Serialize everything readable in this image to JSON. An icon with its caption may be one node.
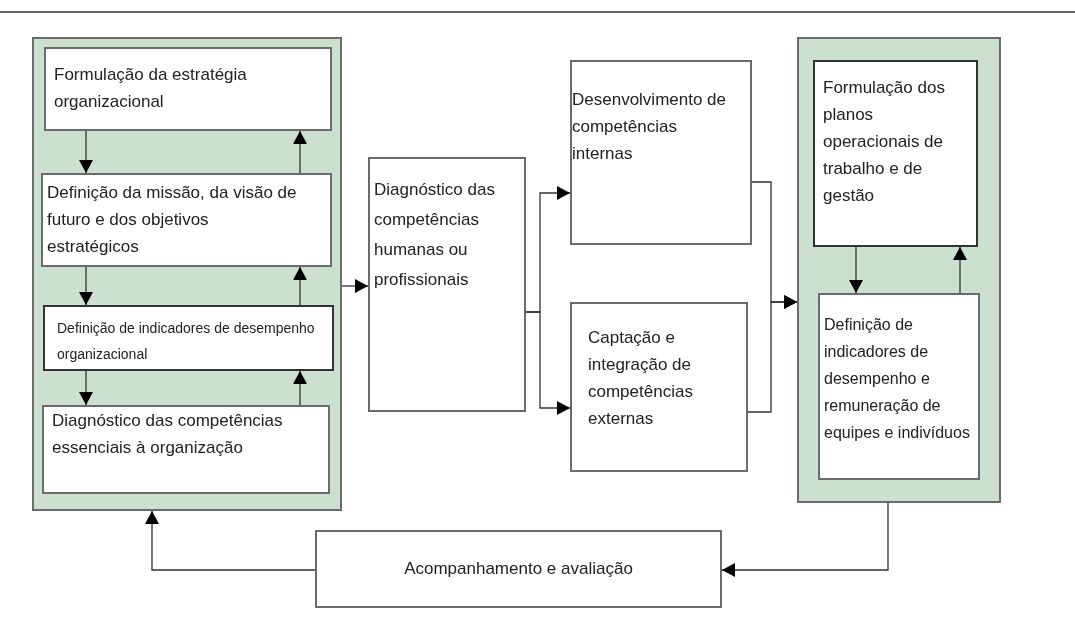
{
  "diagram": {
    "nodes": [
      {
        "text": [],
        "shape": "box"
      },
      {
        "text": [
          "Formulação da estratégia organizacional"
        ],
        "in": 0
      },
      {
        "text": [
          "Definição da missão, da visão de futuro e dos objetivos estratégicos"
        ],
        "in": 0
      },
      {
        "text": [
          "Definição de indicadores de desempenho organizacional"
        ],
        "in": 0
      },
      {
        "text": [
          "Diagnóstico das competências essenciais à organização"
        ],
        "in": 0
      },
      {
        "text": [
          "Diagnóstico das competências humanas ou profissionais"
        ]
      },
      {
        "text": [
          "Desenvolvimento de competências internas"
        ]
      },
      {
        "text": [
          "Captação e integração de competências externas"
        ]
      },
      {
        "text": [],
        "shape": "box"
      },
      {
        "text": [
          "Formulação dos planos operacionais de trabalho e de gestão"
        ],
        "in": 8
      },
      {
        "text": [
          "Definição de indicadores de desempenho e remuneração de equipes e indivíduos"
        ],
        "in": 8
      },
      {
        "text": [
          "Acompanhamento e avaliação"
        ]
      }
    ],
    "edges": [
      {
        "from": 1,
        "to": 2,
        "arrow": "to"
      },
      {
        "from": 2,
        "to": 1,
        "arrow": "to"
      },
      {
        "from": 2,
        "to": 3,
        "arrow": "to"
      },
      {
        "from": 3,
        "to": 2,
        "arrow": "to"
      },
      {
        "from": 3,
        "to": 4,
        "arrow": "to"
      },
      {
        "from": 4,
        "to": 3,
        "arrow": "to"
      },
      {
        "from": 0,
        "to": 5,
        "arrow": "to"
      },
      {
        "from": 5,
        "to": 6,
        "arrow": "to"
      },
      {
        "from": 5,
        "to": 7,
        "arrow": "to"
      },
      {
        "from": 6,
        "to": 8,
        "arrow": "to"
      },
      {
        "from": 7,
        "to": 8,
        "arrow": "to"
      },
      {
        "from": 9,
        "to": 10,
        "arrow": "to"
      },
      {
        "from": 10,
        "to": 9,
        "arrow": "to"
      },
      {
        "from": 8,
        "to": 11,
        "arrow": "to"
      },
      {
        "from": 11,
        "to": 0,
        "arrow": "to"
      }
    ]
  }
}
